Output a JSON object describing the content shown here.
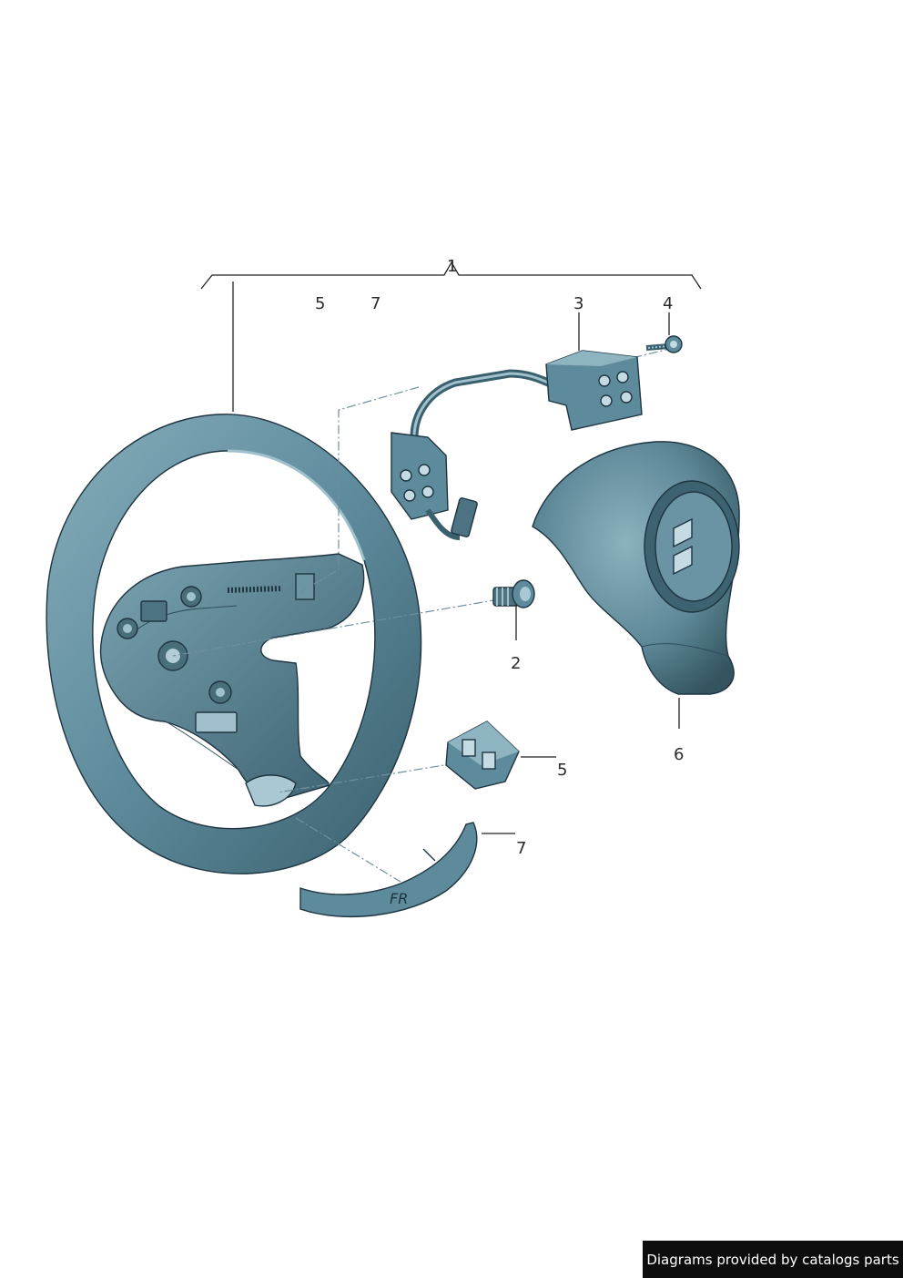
{
  "callouts": {
    "c1": "1",
    "c5_top": "5",
    "c7_top": "7",
    "c3": "3",
    "c4": "4",
    "c2": "2",
    "c6": "6",
    "c5_side": "5",
    "c7_side": "7"
  },
  "footer": {
    "credit": "Diagrams provided by catalogs parts"
  },
  "colors": {
    "part_fill": "#5e8b9c",
    "part_light": "#8fb4c1",
    "part_dark": "#2f4e5b",
    "outline": "#1e3440",
    "dash_line": "#6f8f9c"
  }
}
